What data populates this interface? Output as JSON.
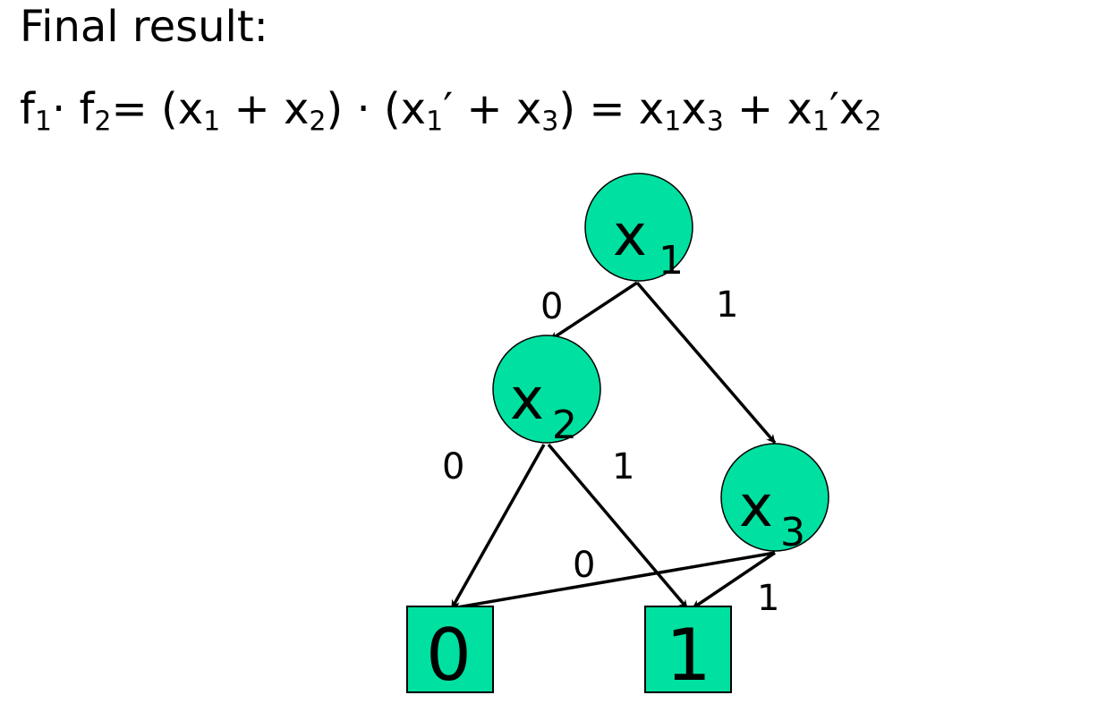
{
  "title": "Final result:",
  "formula": {
    "segments": [
      {
        "text": "f",
        "sub": "1"
      },
      {
        "text": "· f",
        "sub": "2"
      },
      {
        "text": "= (x",
        "sub": "1"
      },
      {
        "text": " + x",
        "sub": "2"
      },
      {
        "text": ") · (x",
        "sub": "1"
      },
      {
        "text": "′ + x",
        "sub": "3"
      },
      {
        "text": ") = x",
        "sub": "1"
      },
      {
        "text": "x",
        "sub": "3"
      },
      {
        "text": " + x",
        "sub": "1"
      },
      {
        "text": "′x",
        "sub": "2"
      }
    ]
  },
  "diagram": {
    "fill_color": "#00e0a0",
    "stroke_color": "#000000",
    "nodes": [
      {
        "id": "x1",
        "var": "x",
        "sub": "1"
      },
      {
        "id": "x2",
        "var": "x",
        "sub": "2"
      },
      {
        "id": "x3",
        "var": "x",
        "sub": "3"
      }
    ],
    "terminals": [
      {
        "id": "t0",
        "label": "0"
      },
      {
        "id": "t1",
        "label": "1"
      }
    ],
    "edges": [
      {
        "from": "x1",
        "to": "x2",
        "label": "0"
      },
      {
        "from": "x1",
        "to": "x3",
        "label": "1"
      },
      {
        "from": "x2",
        "to": "t0",
        "label": "0"
      },
      {
        "from": "x2",
        "to": "t1",
        "label": "1"
      },
      {
        "from": "x3",
        "to": "t0",
        "label": "0"
      },
      {
        "from": "x3",
        "to": "t1",
        "label": "1"
      }
    ]
  }
}
